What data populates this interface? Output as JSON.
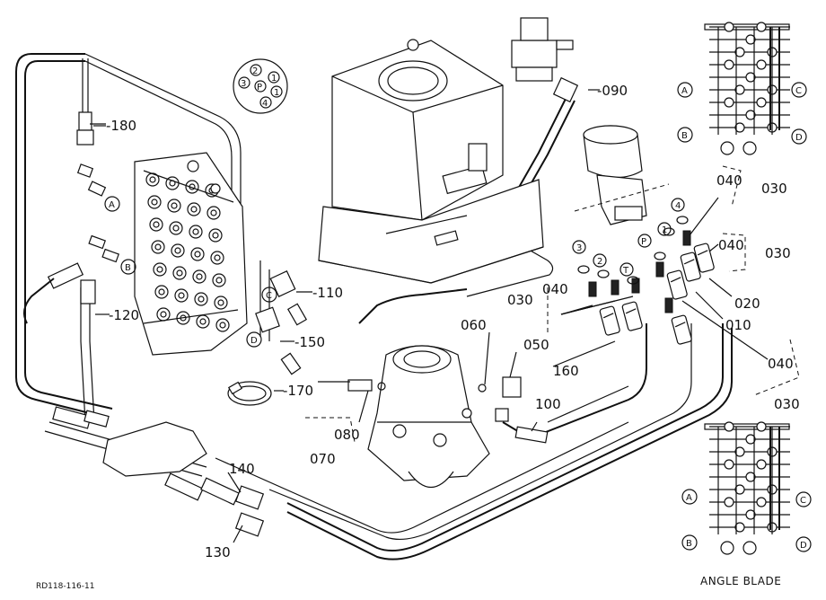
{
  "diagram": {
    "part_labels": {
      "p090": "-090",
      "p180": "-180",
      "p120": "-120",
      "p110": "-110",
      "p150": "-150",
      "p170": "-170",
      "p080": "080",
      "p070": "070",
      "p060": "060",
      "p050": "050",
      "p100": "100",
      "p160": "160",
      "p140": "140",
      "p130": "130",
      "p040a": "040",
      "p030a": "030",
      "p040b": "040",
      "p030b": "030",
      "p020": "020",
      "p010": "010",
      "p040c": "040",
      "p030c": "030",
      "p040d": "040",
      "p030d": "030"
    },
    "port_letters": {
      "a": "A",
      "b": "B",
      "c": "C",
      "d": "D",
      "p": "P",
      "t": "T",
      "n1": "1",
      "n2": "2",
      "n3": "3",
      "n4": "4"
    },
    "bottom_caption": "ANGLE BLADE",
    "figure_code": "RD118-116-11"
  }
}
